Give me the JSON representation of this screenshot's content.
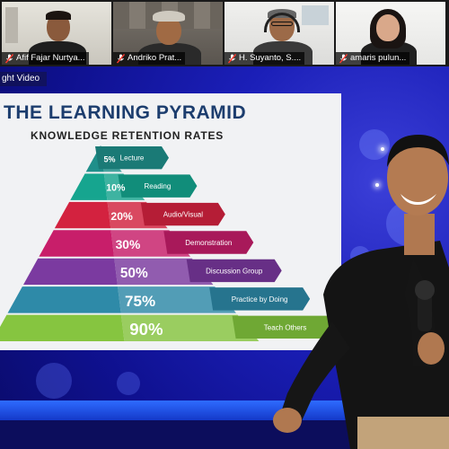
{
  "participants": [
    {
      "name": "Afif Fajar Nurtya...",
      "muted": true,
      "bg": "#d9d7d0",
      "skin": "#8a5a3c",
      "shirt": "#1e1e1e"
    },
    {
      "name": "Andriko Prat...",
      "muted": true,
      "bg": "#6f6a63",
      "skin": "#a06a44",
      "shirt": "#2a2a2a"
    },
    {
      "name": "H. Suyanto, S....",
      "muted": true,
      "bg": "#e8e8e6",
      "skin": "#9c6a48",
      "shirt": "#3a3a3a"
    },
    {
      "name": "amaris pulun...",
      "muted": true,
      "bg": "#f4f4f2",
      "skin": "#d9a88a",
      "shirt": "#202020"
    }
  ],
  "spotlight_label": "ght Video",
  "slide": {
    "title": "THE LEARNING PYRAMID",
    "subtitle": "KNOWLEDGE RETENTION RATES",
    "levels": [
      {
        "percent": "5%",
        "label": "Lecture",
        "color": "#1f8f8a",
        "tag": "#1a7a76"
      },
      {
        "percent": "10%",
        "label": "Reading",
        "color": "#16a58f",
        "tag": "#118d7a"
      },
      {
        "percent": "20%",
        "label": "Audio/Visual",
        "color": "#d3223f",
        "tag": "#b51d36"
      },
      {
        "percent": "30%",
        "label": "Demonstration",
        "color": "#c81e6a",
        "tag": "#a8195a"
      },
      {
        "percent": "50%",
        "label": "Discussion Group",
        "color": "#7b3aa0",
        "tag": "#672f86"
      },
      {
        "percent": "75%",
        "label": "Practice by Doing",
        "color": "#2e8aa8",
        "tag": "#26748e"
      },
      {
        "percent": "90%",
        "label": "Teach Others",
        "color": "#86c540",
        "tag": "#6fa834"
      }
    ]
  }
}
